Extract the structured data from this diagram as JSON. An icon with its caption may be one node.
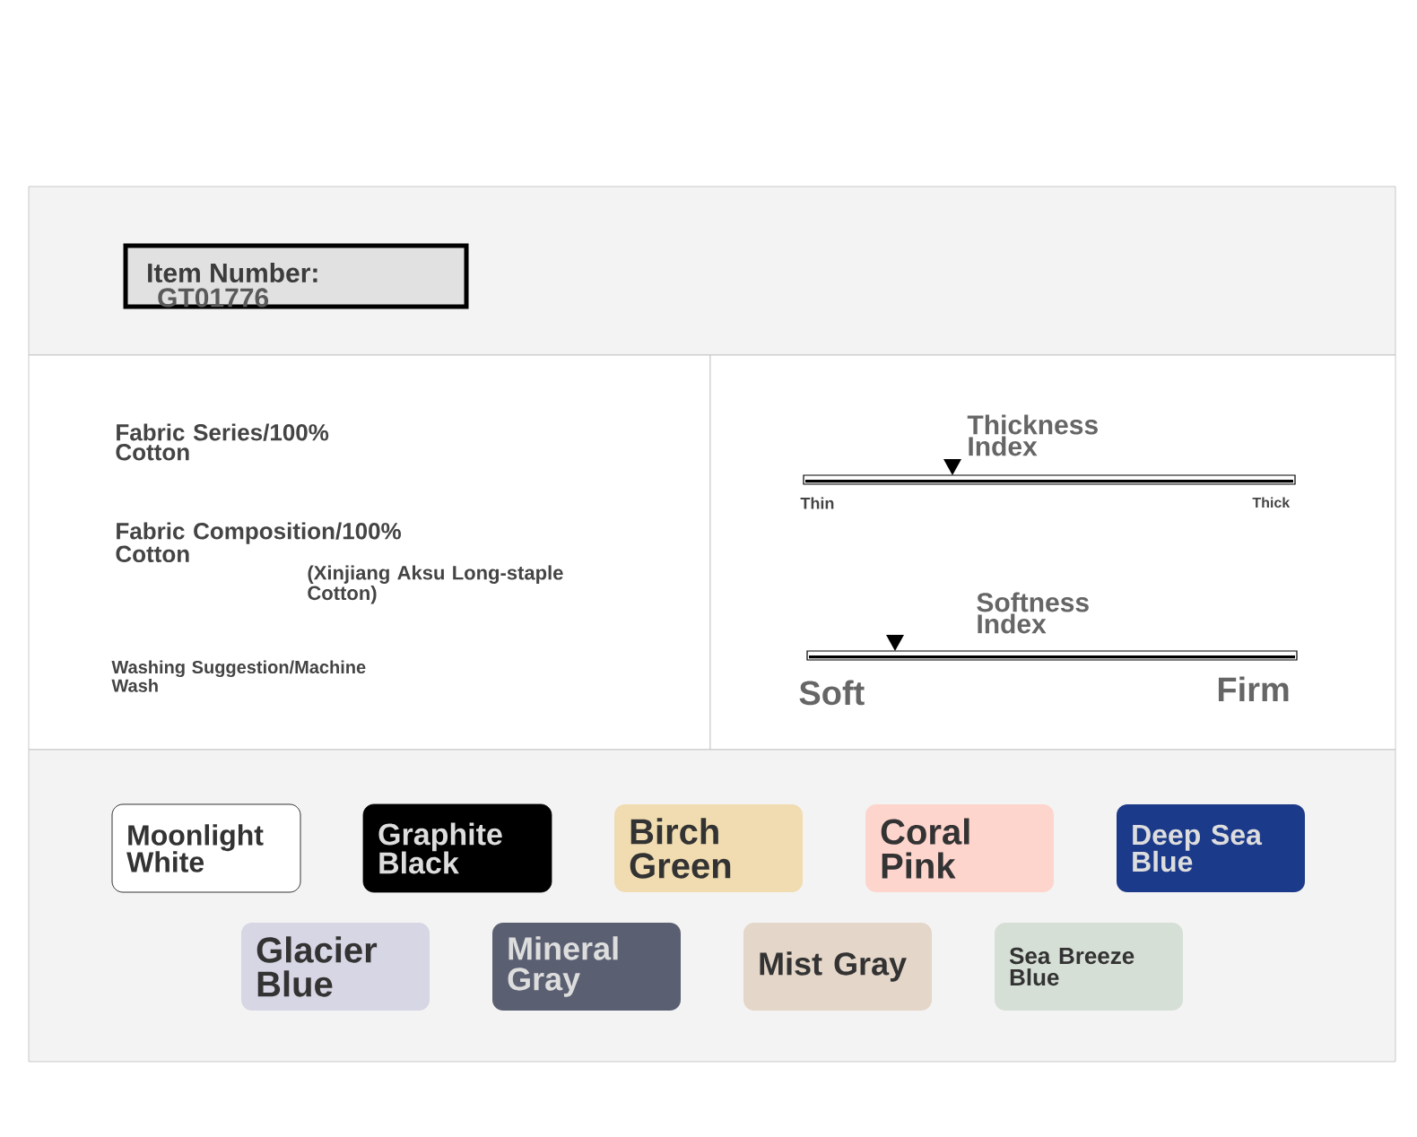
{
  "diagram": {
    "nodes": [
      {
        "text": [
          "Item Number:",
          "GT01776"
        ]
      },
      {
        "text": [
          "Moonlight White"
        ]
      },
      {
        "text": [
          "Graphite Black"
        ]
      },
      {
        "text": [
          "Birch Green"
        ]
      },
      {
        "text": [
          "Coral Pink"
        ]
      },
      {
        "text": [
          "Deep Sea Blue"
        ]
      },
      {
        "text": [
          "Glacier Blue"
        ]
      },
      {
        "text": [
          "Mineral Gray"
        ]
      },
      {
        "text": [
          "Mist Gray"
        ]
      },
      {
        "text": [
          "Sea Breeze Blue"
        ]
      }
    ],
    "labels": [
      "Fabric Series/100% Cotton",
      "Fabric Composition/100% Cotton",
      "(Xinjiang Aksu Long-staple Cotton)",
      "Washing Suggestion/Machine Wash",
      "Thickness Index",
      "Thin",
      "Thick",
      "Softness Index",
      "Soft",
      "Firm"
    ]
  }
}
